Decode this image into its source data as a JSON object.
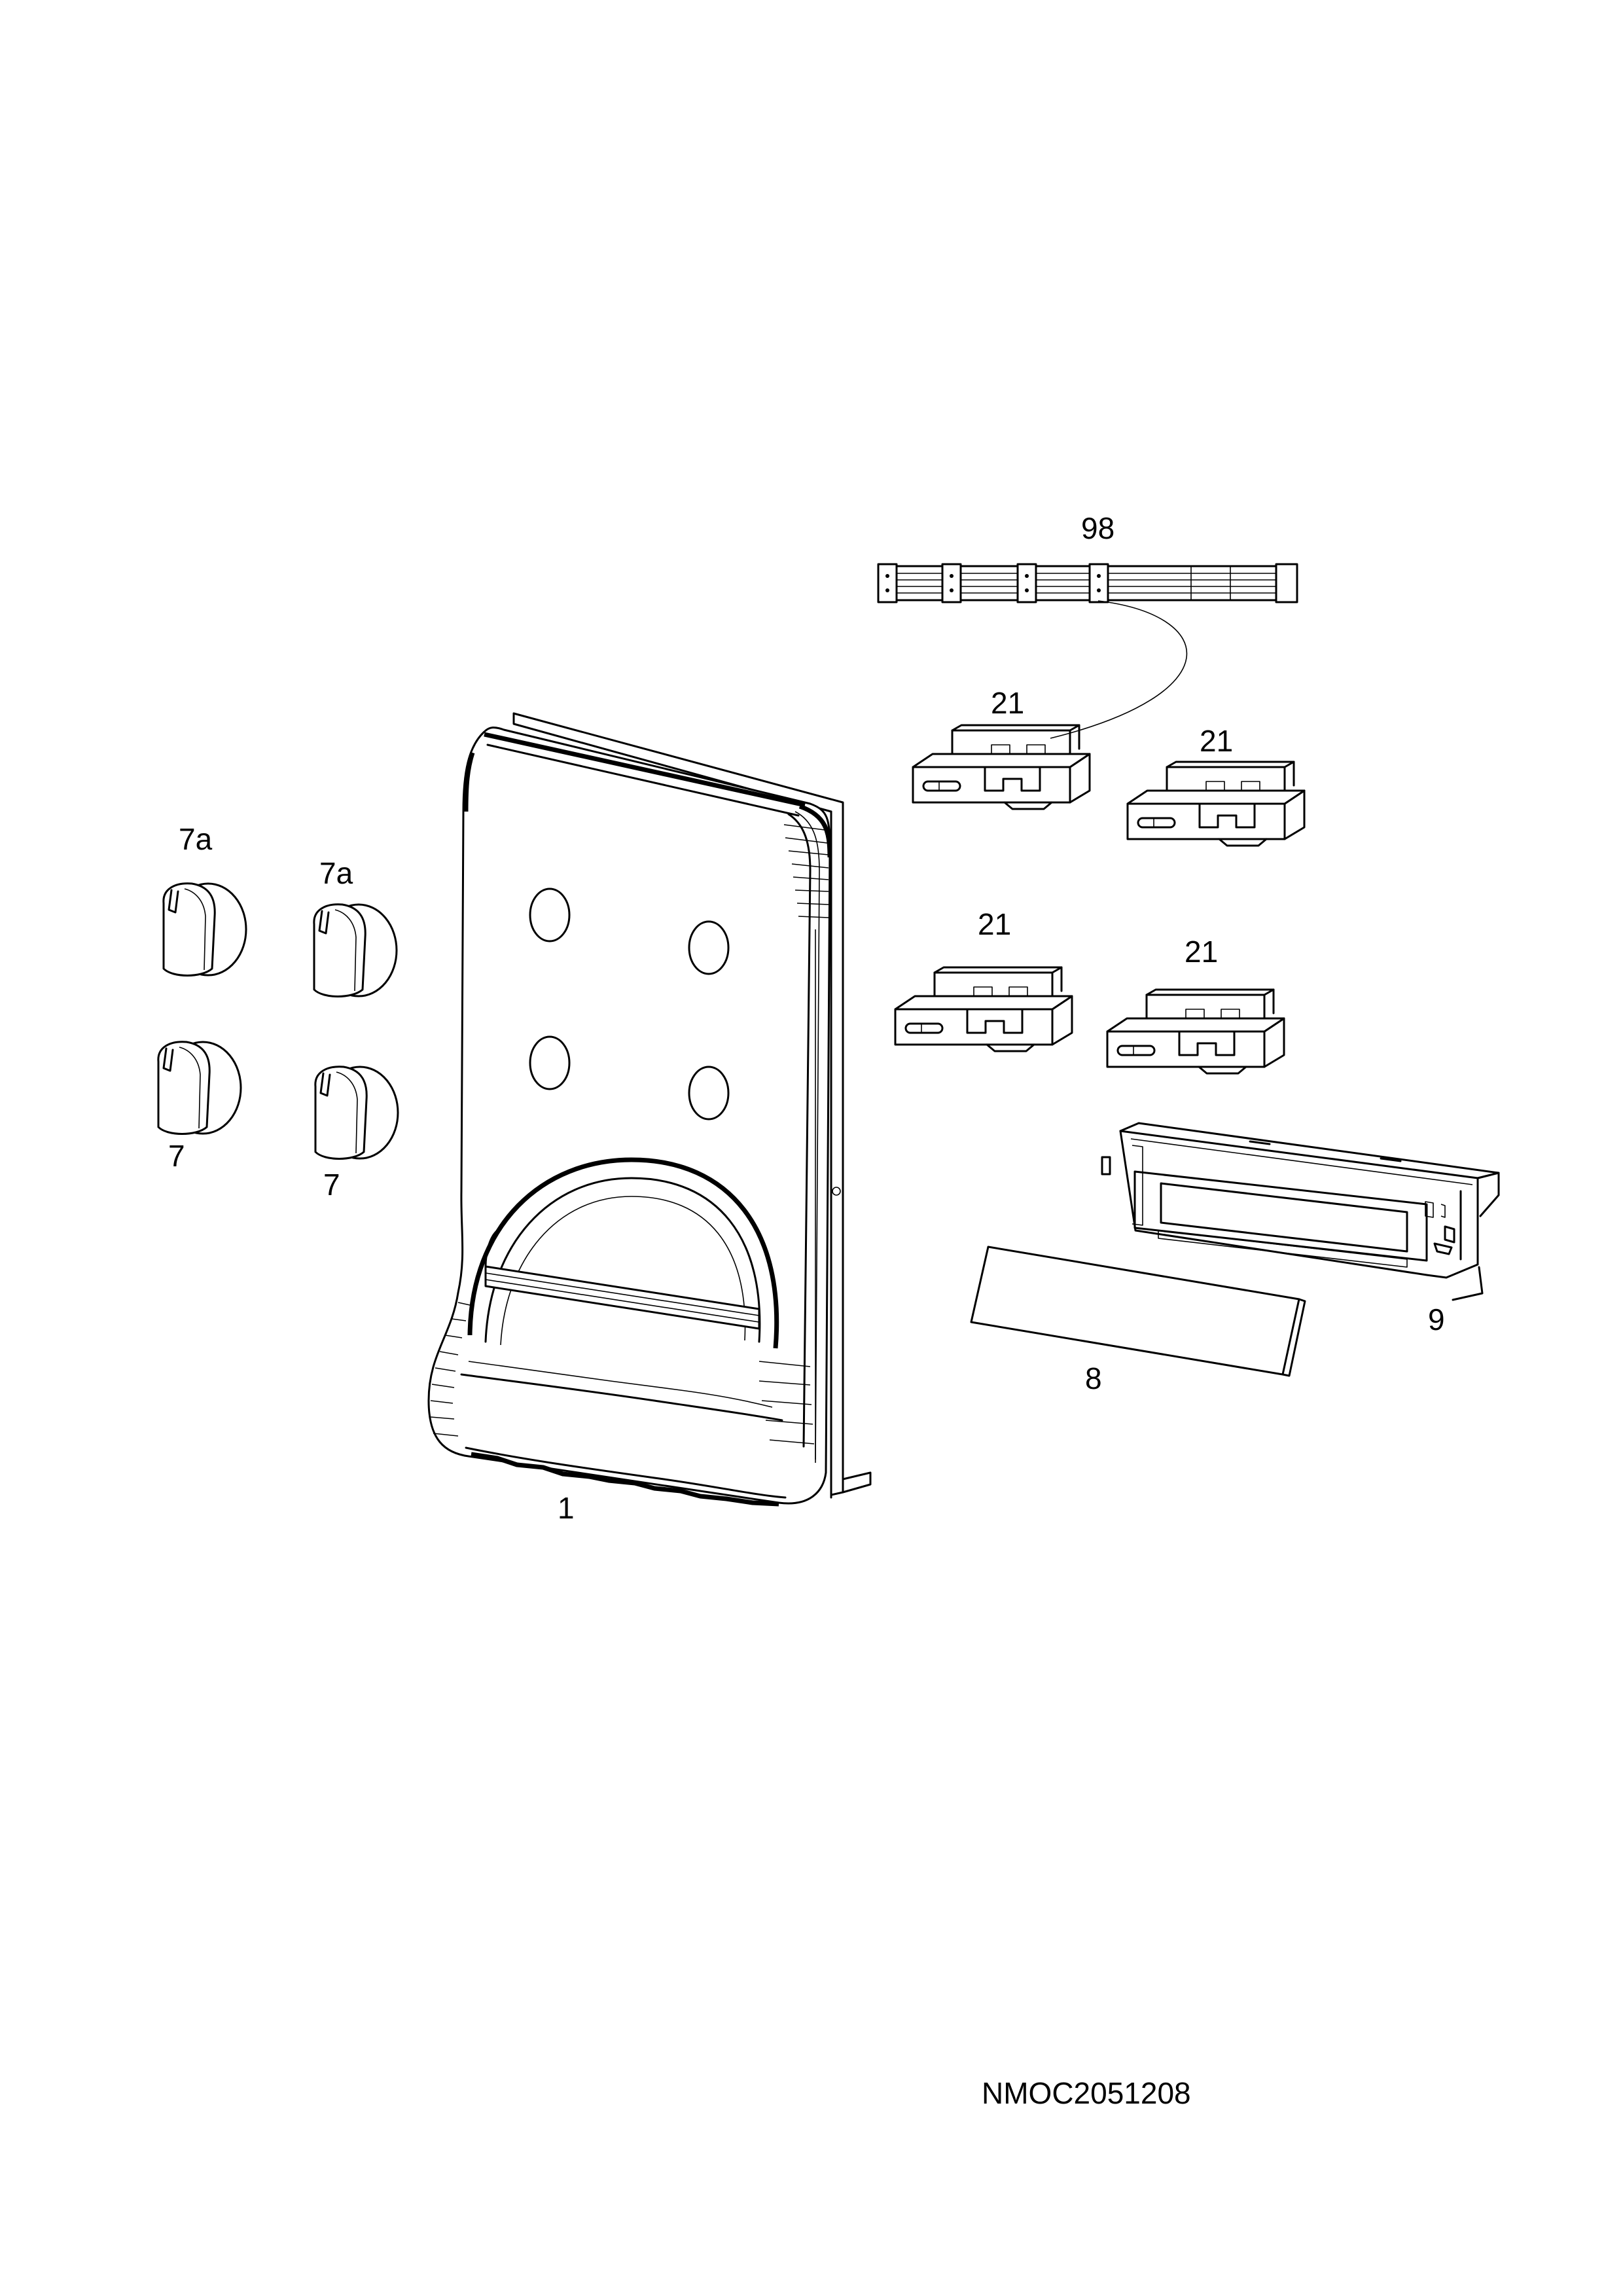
{
  "labels": {
    "wiring_harness": "98",
    "switch_a": "21",
    "switch_b": "21",
    "switch_c": "21",
    "switch_d": "21",
    "knob_top_left": "7a",
    "knob_top_right": "7a",
    "knob_bottom_left": "7",
    "knob_bottom_right": "7",
    "control_panel": "1",
    "display_lens": "8",
    "display_frame": "9"
  },
  "drawing_code": "NMOC2051208"
}
